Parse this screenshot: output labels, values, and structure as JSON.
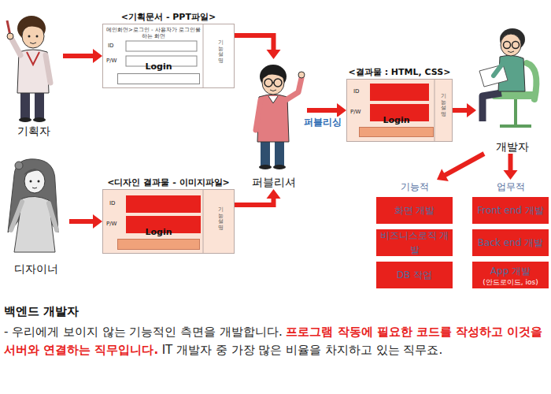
{
  "diagram": {
    "nodes": [
      {
        "text": [
          "기획자"
        ]
      },
      {
        "text": [
          "<기획문서 - PPT파일>",
          "메인화면>로그인 - 사용자가 로그인을 하는 화면"
        ]
      },
      {
        "text": [
          "Login"
        ],
        "in": 1
      },
      {
        "text": [
          "퍼블리셔"
        ]
      },
      {
        "text": [
          "<결과물 : HTML, CSS>"
        ]
      },
      {
        "text": [
          "Login"
        ],
        "in": 4
      },
      {
        "text": [
          "개발자"
        ]
      },
      {
        "text": [
          "디자이너"
        ]
      },
      {
        "text": [
          "<디자인 결과물 - 이미지파일>"
        ]
      },
      {
        "text": [
          "Login"
        ],
        "in": 8
      },
      {
        "text": [
          "기능적"
        ]
      },
      {
        "text": [
          "화면 개발"
        ],
        "in": 10
      },
      {
        "text": [
          "비즈니스로직 개발"
        ],
        "in": 10
      },
      {
        "text": [
          "DB 작업"
        ],
        "in": 10
      },
      {
        "text": [
          "업무적"
        ]
      },
      {
        "text": [
          "Front end 개발"
        ],
        "in": 14
      },
      {
        "text": [
          "Back end 개발"
        ],
        "in": 14
      },
      {
        "text": [
          "App 개발",
          "(안드로이드, ios)"
        ],
        "in": 14
      }
    ],
    "edges": [
      {
        "from": 0,
        "to": 1,
        "arrow": "to"
      },
      {
        "from": 1,
        "to": 3,
        "arrow": "to"
      },
      {
        "from": 7,
        "to": 8,
        "arrow": "to"
      },
      {
        "from": 8,
        "to": 3,
        "arrow": "to"
      },
      {
        "from": 3,
        "to": 4,
        "label": "퍼블리싱",
        "arrow": "to"
      },
      {
        "from": 4,
        "to": 6,
        "arrow": "to"
      },
      {
        "from": 6,
        "to": 10,
        "arrow": "to"
      },
      {
        "from": 6,
        "to": 14,
        "arrow": "to"
      }
    ],
    "labels": [
      "ID",
      "P/W",
      "기능설명",
      "ID",
      "P/W",
      "기능설명",
      "ID",
      "P/W",
      "기능설명",
      "백엔드 개발자",
      "- 우리에게 보이지 않는 기능적인 측면을 개발합니다.",
      "프로그램 작동에 필요한 코드를 작성하고 이것을 서버와 연결하는 직무입니다.",
      "IT 개발자 중 가장 많은 비율을 차지하고 있는 직무죠."
    ]
  }
}
